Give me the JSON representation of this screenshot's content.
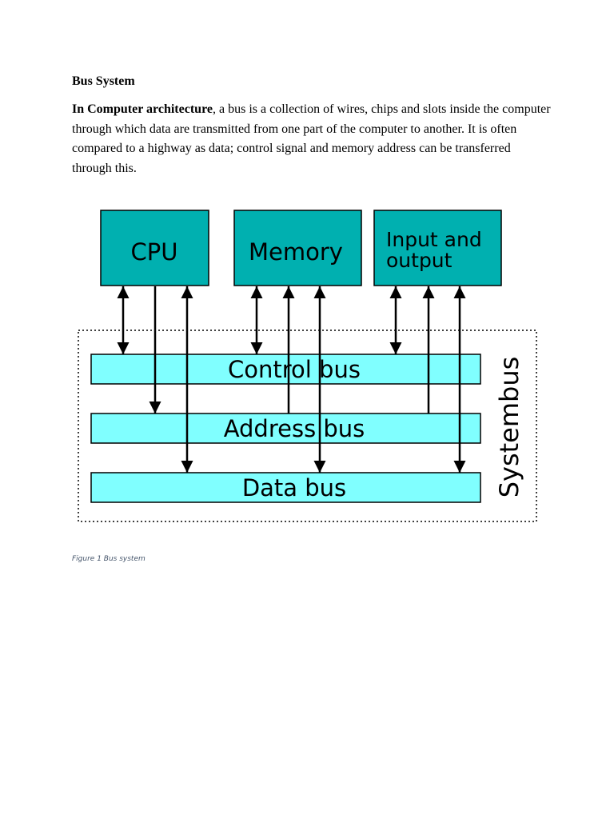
{
  "document": {
    "heading": "Bus System",
    "paragraph": {
      "bold_lead": "In Computer architecture",
      "rest": ", a bus is a collection of wires, chips and slots inside the computer through which data are transmitted from one part of the computer to another. It is often compared to a highway as data; control signal and memory address can be transferred through this."
    },
    "caption": "Figure 1 Bus system"
  },
  "diagram": {
    "colors": {
      "component_fill": "#00b0b0",
      "bus_fill": "#80ffff",
      "stroke": "#000000"
    },
    "components": [
      {
        "id": "cpu",
        "label_lines": [
          "CPU"
        ]
      },
      {
        "id": "memory",
        "label_lines": [
          "Memory"
        ]
      },
      {
        "id": "io",
        "label_lines": [
          "Input and",
          "output"
        ]
      }
    ],
    "buses": [
      {
        "id": "control",
        "label": "Control bus"
      },
      {
        "id": "address",
        "label": "Address bus"
      },
      {
        "id": "data",
        "label": "Data bus"
      }
    ],
    "system_bus_label": "Systembus",
    "connections": [
      {
        "component": "cpu",
        "bus": "control",
        "direction": "bidirectional"
      },
      {
        "component": "cpu",
        "bus": "address",
        "direction": "component-to-bus"
      },
      {
        "component": "cpu",
        "bus": "data",
        "direction": "bidirectional"
      },
      {
        "component": "memory",
        "bus": "control",
        "direction": "bidirectional"
      },
      {
        "component": "memory",
        "bus": "address",
        "direction": "bus-to-component"
      },
      {
        "component": "memory",
        "bus": "data",
        "direction": "bidirectional"
      },
      {
        "component": "io",
        "bus": "control",
        "direction": "bidirectional"
      },
      {
        "component": "io",
        "bus": "address",
        "direction": "bus-to-component"
      },
      {
        "component": "io",
        "bus": "data",
        "direction": "bidirectional"
      }
    ]
  }
}
